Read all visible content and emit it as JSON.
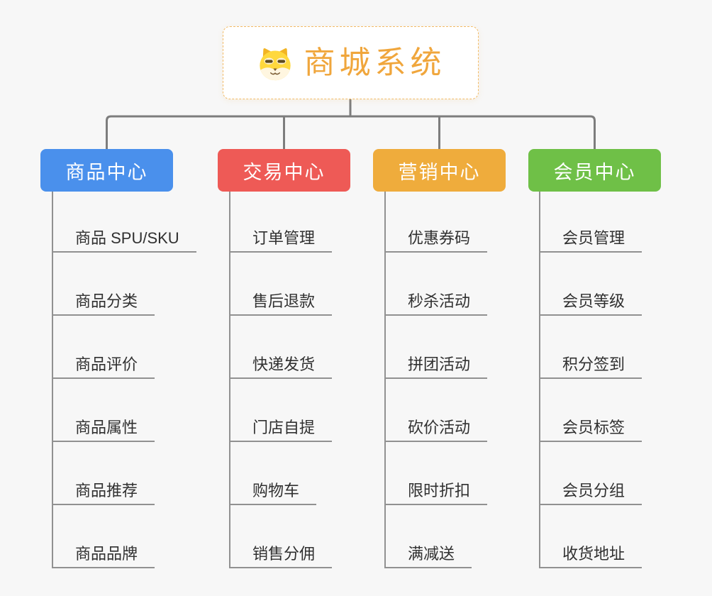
{
  "root": {
    "label": "商城系统",
    "icon": "dog-face-icon",
    "label_color": "#f0a63c",
    "border_color": "#f2bb66"
  },
  "branches": [
    {
      "label": "商品中心",
      "color": "#4a90ec",
      "items": [
        "商品 SPU/SKU",
        "商品分类",
        "商品评价",
        "商品属性",
        "商品推荐",
        "商品品牌"
      ]
    },
    {
      "label": "交易中心",
      "color": "#ee5a56",
      "items": [
        "订单管理",
        "售后退款",
        "快递发货",
        "门店自提",
        "购物车",
        "销售分佣"
      ]
    },
    {
      "label": "营销中心",
      "color": "#efac3c",
      "items": [
        "优惠券码",
        "秒杀活动",
        "拼团活动",
        "砍价活动",
        "限时折扣",
        "满减送"
      ]
    },
    {
      "label": "会员中心",
      "color": "#6fc047",
      "items": [
        "会员管理",
        "会员等级",
        "积分签到",
        "会员标签",
        "会员分组",
        "收货地址"
      ]
    }
  ],
  "lines": {
    "tree_color": "#7d7d7d",
    "leaf_color": "#919191"
  }
}
